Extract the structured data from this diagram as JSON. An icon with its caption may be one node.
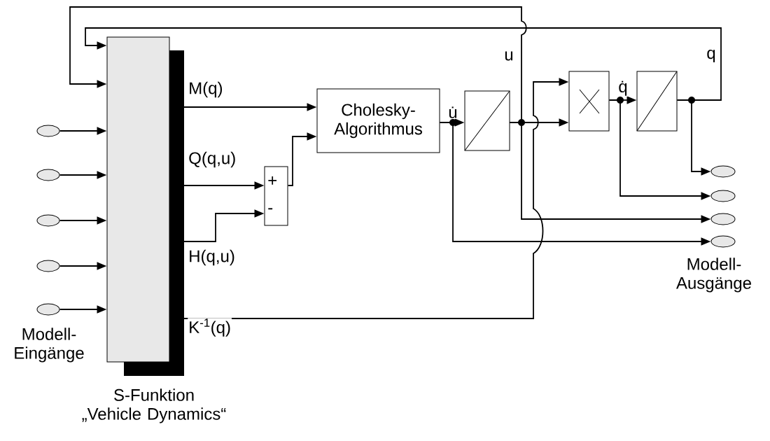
{
  "diagram": {
    "nodes": [
      {
        "text": [
          "S-Funktion „Vehicle Dynamics“"
        ]
      },
      {
        "text": [],
        "shape": "ellipse"
      },
      {
        "text": [],
        "shape": "ellipse"
      },
      {
        "text": [],
        "shape": "ellipse"
      },
      {
        "text": [],
        "shape": "ellipse"
      },
      {
        "text": [],
        "shape": "ellipse"
      },
      {
        "text": [
          "Cholesky- Algorithmus"
        ]
      },
      {
        "text": [
          "+",
          "-"
        ]
      },
      {
        "text": [],
        "shape": "box"
      },
      {
        "text": [],
        "shape": "box"
      },
      {
        "text": [],
        "shape": "box"
      },
      {
        "text": [],
        "shape": "ellipse"
      },
      {
        "text": [],
        "shape": "ellipse"
      },
      {
        "text": [],
        "shape": "ellipse"
      },
      {
        "text": [],
        "shape": "ellipse"
      }
    ],
    "edges": [
      {
        "from": 1,
        "to": 0,
        "arrow": "to"
      },
      {
        "from": 2,
        "to": 0,
        "arrow": "to"
      },
      {
        "from": 3,
        "to": 0,
        "arrow": "to"
      },
      {
        "from": 4,
        "to": 0,
        "arrow": "to"
      },
      {
        "from": 5,
        "to": 0,
        "arrow": "to"
      },
      {
        "from": 0,
        "to": 6,
        "arrow": "to",
        "label": "M(q)"
      },
      {
        "from": 0,
        "to": 7,
        "arrow": "to",
        "label": "Q(q,u)"
      },
      {
        "from": 0,
        "to": 7,
        "arrow": "to",
        "label": "H(q,u)"
      },
      {
        "from": 7,
        "to": 6,
        "arrow": "to"
      },
      {
        "from": 0,
        "to": 9,
        "arrow": "to",
        "label": "K$^{-1}$(q)"
      },
      {
        "from": 6,
        "to": 8,
        "arrow": "to",
        "label": "u̇"
      },
      {
        "from": 8,
        "to": 9,
        "arrow": "to"
      },
      {
        "from": 8,
        "to": 0,
        "arrow": "to",
        "label": "u"
      },
      {
        "from": 8,
        "to": 13,
        "arrow": "to"
      },
      {
        "from": 6,
        "to": 14,
        "arrow": "to"
      },
      {
        "from": 9,
        "to": 10,
        "arrow": "to",
        "label": "q̇"
      },
      {
        "from": 9,
        "to": 12,
        "arrow": "to"
      },
      {
        "from": 10,
        "to": 0,
        "arrow": "to",
        "label": "q"
      },
      {
        "from": 10,
        "to": 11,
        "arrow": "to"
      }
    ],
    "labels": [
      "Modell- Eingänge",
      "Modell- Ausgänge"
    ]
  }
}
